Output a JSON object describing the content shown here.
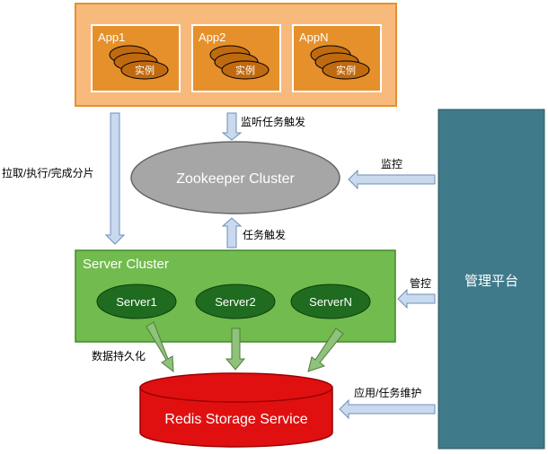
{
  "apps": [
    {
      "label": "App1",
      "instance": "实例"
    },
    {
      "label": "App2",
      "instance": "实例"
    },
    {
      "label": "AppN",
      "instance": "实例"
    }
  ],
  "zookeeper": {
    "label": "Zookeeper Cluster"
  },
  "server_cluster": {
    "label": "Server Cluster",
    "servers": [
      "Server1",
      "Server2",
      "ServerN"
    ]
  },
  "redis": {
    "label": "Redis Storage Service"
  },
  "admin": {
    "label": "管理平台"
  },
  "arrows": {
    "listen": "监听任务触发",
    "pull": "拉取/执行/完成分片",
    "trigger": "任务触发",
    "monitor": "监控",
    "control": "管控",
    "persist": "数据持久化",
    "maintain": "应用/任务维护"
  },
  "colors": {
    "app_container": "#f8b97c",
    "app_box": "#e6902b",
    "zookeeper": "#a6a6a6",
    "server_cluster": "#72bb4e",
    "server_node": "#1f6b1f",
    "redis": "#e01010",
    "admin": "#3f7a8a",
    "arrow_blue": "#c9d9ee",
    "arrow_green": "#8fc27a"
  }
}
